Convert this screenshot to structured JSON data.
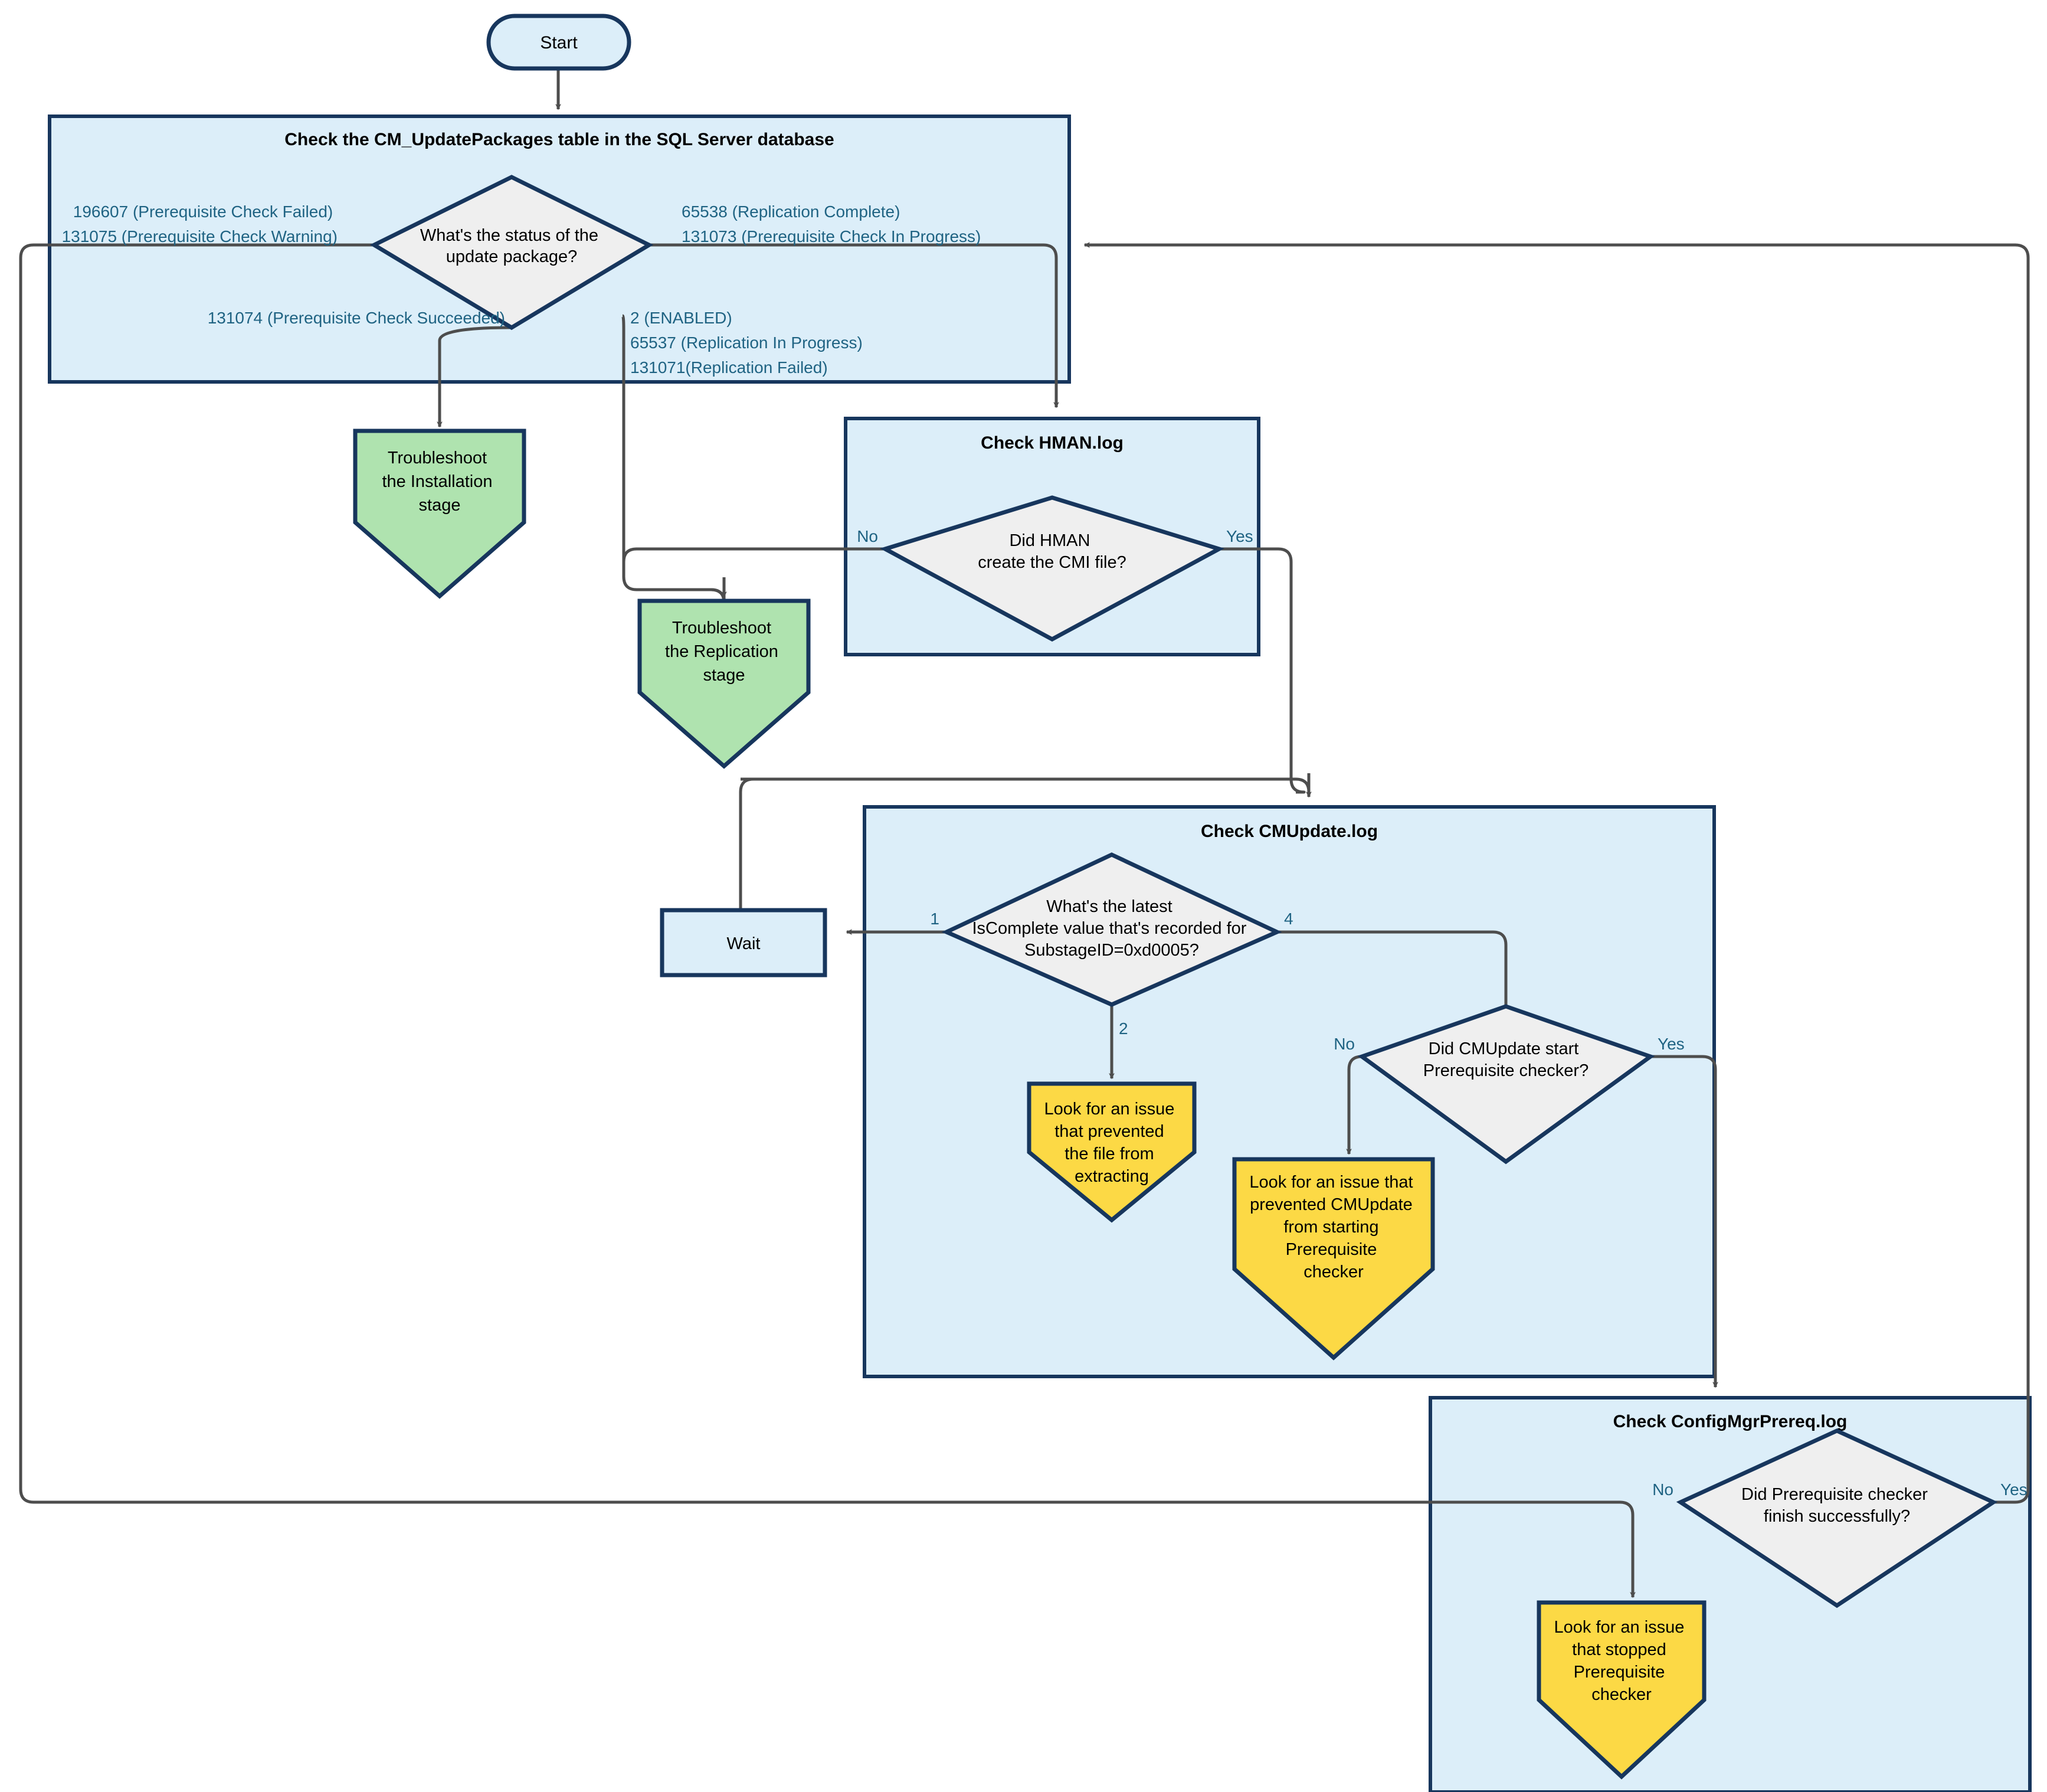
{
  "diagram": {
    "type": "flowchart",
    "title_visible": false,
    "colors": {
      "container_fill": "#DCEEF9",
      "container_stroke": "#17365D",
      "decision_fill": "#EFEFEF",
      "decision_stroke": "#17365D",
      "terminator_fill": "#DCEEF9",
      "terminator_stroke": "#17365D",
      "green_fill": "#AFE3AF",
      "yellow_fill": "#FCD githere"
    }
  },
  "start": {
    "label": "Start"
  },
  "containers": [
    {
      "id": "sql",
      "title": "Check the CM_UpdatePackages table in the SQL Server database"
    },
    {
      "id": "hman",
      "title": "Check HMAN.log"
    },
    {
      "id": "cmupdate",
      "title": "Check CMUpdate.log"
    },
    {
      "id": "prereq",
      "title": "Check ConfigMgrPrereq.log"
    }
  ],
  "decisions": [
    {
      "id": "status",
      "text_lines": [
        "What's the status of the",
        "update package?"
      ]
    },
    {
      "id": "hman_cmi",
      "text_lines": [
        "Did HMAN",
        "create the CMI file?"
      ]
    },
    {
      "id": "iscomplete",
      "text_lines": [
        "What's the latest",
        "IsComplete value that's recorded for",
        "SubstageID=0xd0005?"
      ]
    },
    {
      "id": "cmupdate_start",
      "text_lines": [
        "Did CMUpdate start",
        "Prerequisite checker?"
      ]
    },
    {
      "id": "prereq_finish",
      "text_lines": [
        "Did Prerequisite checker",
        "finish successfully?"
      ]
    }
  ],
  "process_nodes": [
    {
      "id": "wait",
      "label": "Wait"
    }
  ],
  "green_nodes": [
    {
      "id": "ts_install",
      "text_lines": [
        "Troubleshoot",
        "the Installation",
        "stage"
      ]
    },
    {
      "id": "ts_replication",
      "text_lines": [
        "Troubleshoot",
        "the Replication",
        "stage"
      ]
    }
  ],
  "yellow_nodes": [
    {
      "id": "issue_extract",
      "text_lines": [
        "Look for an issue",
        "that prevented",
        "the file from",
        "extracting"
      ]
    },
    {
      "id": "issue_start_prereq",
      "text_lines": [
        "Look for an issue that",
        "prevented CMUpdate",
        "from starting",
        "Prerequisite",
        "checker"
      ]
    },
    {
      "id": "issue_stopped_prereq",
      "text_lines": [
        "Look for an issue",
        "that stopped",
        "Prerequisite",
        "checker"
      ]
    }
  ],
  "edge_labels": {
    "status_left": [
      "196607 (Prerequisite Check Failed)",
      "131075 (Prerequisite Check Warning)"
    ],
    "status_right": [
      "65538 (Replication Complete)",
      "131073 (Prerequisite Check In Progress)"
    ],
    "status_bottom_left": [
      "131074 (Prerequisite Check Succeeded)"
    ],
    "status_bottom_right": [
      "2 (ENABLED)",
      "65537 (Replication In Progress)",
      "131071(Replication Failed)"
    ],
    "hman_no": "No",
    "hman_yes": "Yes",
    "iscomplete_1": "1",
    "iscomplete_2": "2",
    "iscomplete_4": "4",
    "cmupdate_no": "No",
    "cmupdate_yes": "Yes",
    "prereq_no": "No",
    "prereq_yes": "Yes"
  }
}
